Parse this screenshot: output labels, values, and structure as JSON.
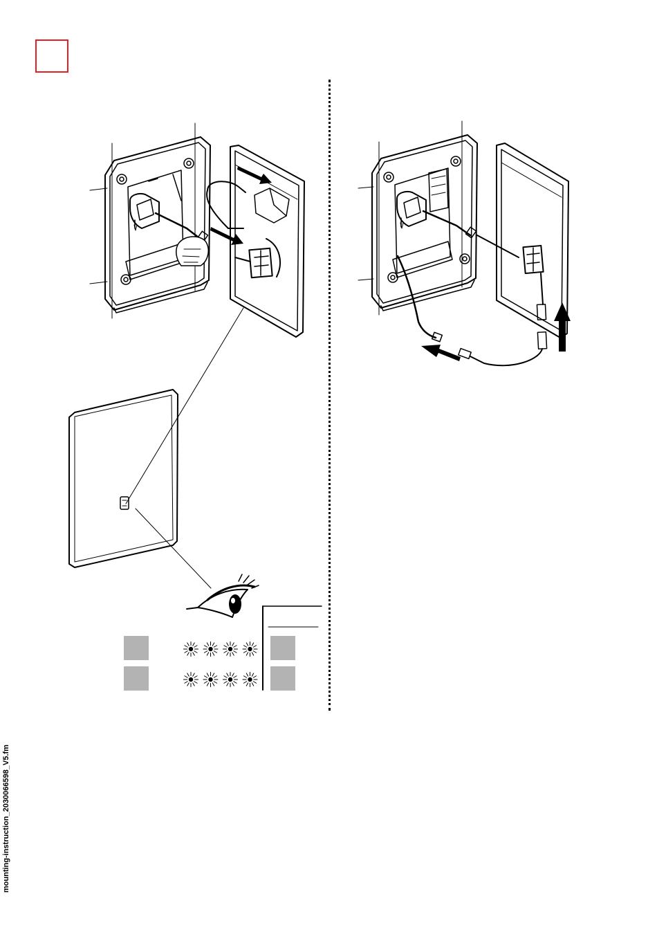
{
  "page": {
    "step_marker_color": "#e31e24",
    "footer_filename": "mounting-instruction_2030066598_V5.fm"
  },
  "icons": [
    "eye-icon",
    "led-blink-icon",
    "arrow-icon"
  ],
  "led_indicator": {
    "rows": 2,
    "blinks_per_row": 4,
    "status_box_color": "#b3b3b3"
  }
}
